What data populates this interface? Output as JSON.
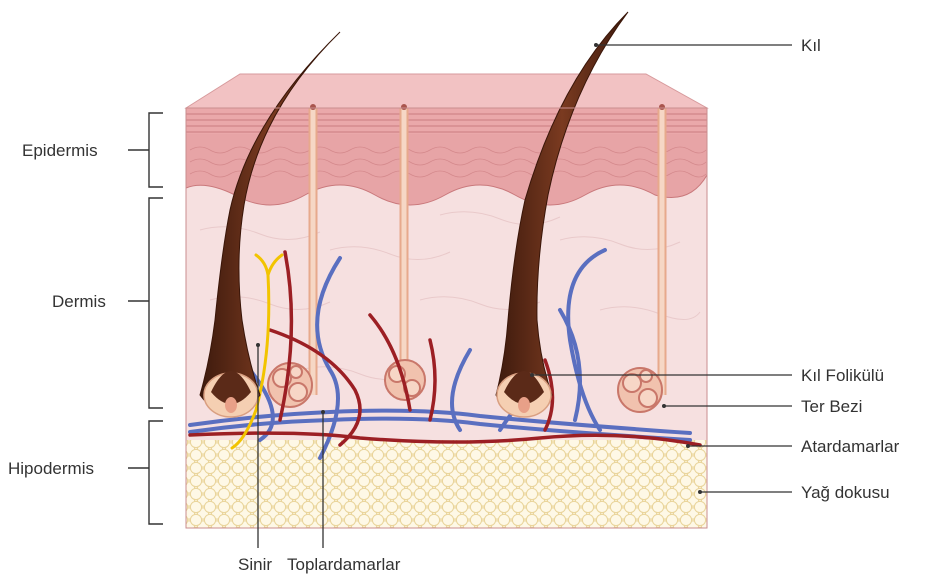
{
  "layers": {
    "epidermis": "Epidermis",
    "dermis": "Dermis",
    "hypodermis": "Hipodermis"
  },
  "structures": {
    "hair": "Kıl",
    "hair_follicle": "Kıl Folikülü",
    "sweat_gland": "Ter Bezi",
    "arteries": "Atardamarlar",
    "fat_tissue": "Yağ dokusu",
    "nerve": "Sinir",
    "veins": "Toplardamarlar"
  },
  "colors": {
    "epidermis": "#e39a9d",
    "dermis": "#f5dcdc",
    "fat": "#fdf0cf",
    "hair": "#5b2a18",
    "artery": "#9c1f24",
    "vein": "#5a6fc0",
    "nerve": "#f2c400"
  }
}
